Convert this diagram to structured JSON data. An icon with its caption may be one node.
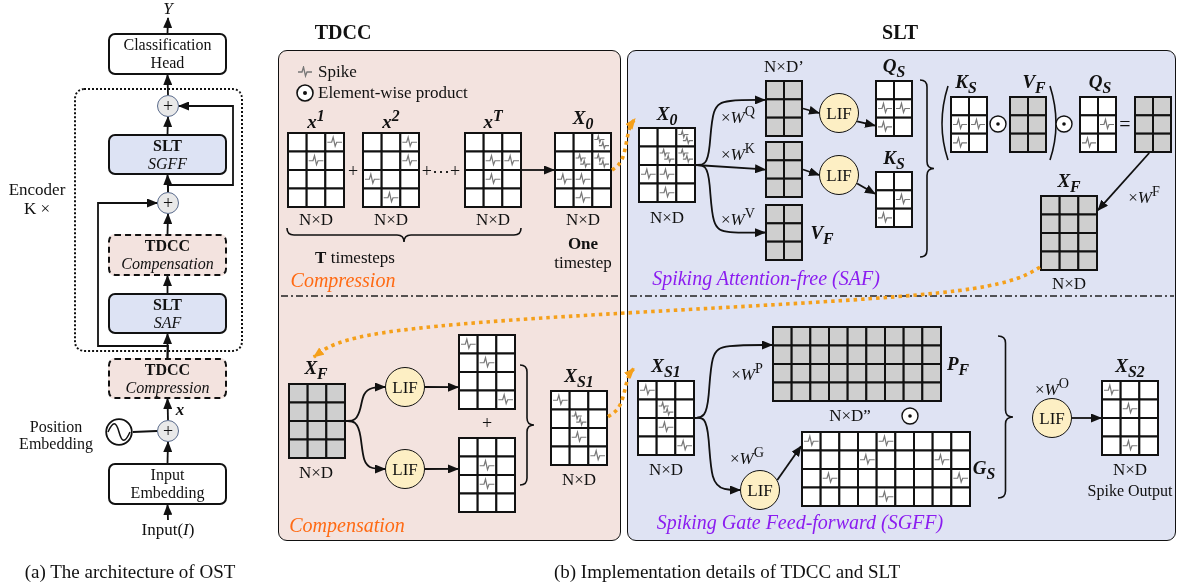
{
  "diagram": {
    "nodes": [
      {
        "text": [
          "Y"
        ]
      },
      {
        "text": [
          "Classification Head"
        ]
      },
      {
        "text": [
          "Encoder K ×"
        ]
      },
      {
        "text": [
          "+"
        ],
        "in": 2
      },
      {
        "text": [
          "SLT",
          "SGFF"
        ],
        "in": 2
      },
      {
        "text": [
          "+"
        ],
        "in": 2
      },
      {
        "text": [
          "TDCC",
          "Compensation"
        ],
        "in": 2
      },
      {
        "text": [
          "SLT",
          "SAF"
        ],
        "in": 2
      },
      {
        "text": [
          "TDCC",
          "Compression"
        ]
      },
      {
        "text": [
          "+"
        ]
      },
      {
        "text": [],
        "shape": "circle",
        "beside": [
          "Position Embedding"
        ]
      },
      {
        "text": [
          "Input Embedding"
        ]
      },
      {
        "text": [
          "Input(*I*)"
        ]
      },
      {
        "text": [
          "TDCC",
          "Compression",
          "Compensation"
        ]
      },
      {
        "text": [
          "x$^{1}$"
        ],
        "beside": [
          "N×D"
        ],
        "in": 13
      },
      {
        "text": [
          "x$^{2}$"
        ],
        "beside": [
          "N×D"
        ],
        "in": 13
      },
      {
        "text": [
          "x$^{T}$"
        ],
        "beside": [
          "N×D"
        ],
        "in": 13
      },
      {
        "text": [
          "X$_{0}$"
        ],
        "beside": [
          "N×D",
          "**One** timestep"
        ],
        "in": 13
      },
      {
        "text": [
          "X$_{F}$"
        ],
        "beside": [
          "N×D"
        ],
        "in": 13
      },
      {
        "text": [
          "LIF"
        ],
        "in": 13
      },
      {
        "text": [
          "LIF"
        ],
        "in": 13
      },
      {
        "text": [],
        "shape": "box",
        "in": 13
      },
      {
        "text": [],
        "shape": "box",
        "in": 13
      },
      {
        "text": [
          "X$_{S1}$"
        ],
        "beside": [
          "N×D"
        ],
        "in": 13
      },
      {
        "text": [
          "SLT",
          "Spiking Attention-free (SAF)",
          "Spiking Gate Feed-forward (SGFF)"
        ]
      },
      {
        "text": [
          "X$_{0}$"
        ],
        "beside": [
          "N×D"
        ],
        "in": 24
      },
      {
        "text": [
          "N×D’"
        ],
        "in": 24
      },
      {
        "text": [],
        "shape": "box",
        "in": 24
      },
      {
        "text": [
          "V$_{F}$"
        ],
        "in": 24
      },
      {
        "text": [
          "LIF"
        ],
        "in": 24
      },
      {
        "text": [
          "LIF"
        ],
        "in": 24
      },
      {
        "text": [
          "Q$_{S}$"
        ],
        "in": 24
      },
      {
        "text": [
          "K$_{S}$"
        ],
        "in": 24
      },
      {
        "text": [
          "K$_{S}$"
        ],
        "in": 24
      },
      {
        "text": [
          "V$_{F}$"
        ],
        "in": 24
      },
      {
        "text": [
          "Q$_{S}$"
        ],
        "in": 24
      },
      {
        "text": [],
        "shape": "box",
        "in": 24
      },
      {
        "text": [
          "X$_{F}$"
        ],
        "beside": [
          "N×D"
        ],
        "in": 24
      },
      {
        "text": [
          "X$_{S1}$"
        ],
        "beside": [
          "N×D"
        ],
        "in": 24
      },
      {
        "text": [
          "P$_{F}$"
        ],
        "beside": [
          "N×D”"
        ],
        "in": 24
      },
      {
        "text": [
          "LIF"
        ],
        "in": 24
      },
      {
        "text": [
          "G$_{S}$"
        ],
        "in": 24
      },
      {
        "text": [
          "LIF"
        ],
        "in": 24
      },
      {
        "text": [
          "X$_{S2}$"
        ],
        "beside": [
          "N×D",
          "Spike Output"
        ],
        "in": 24
      }
    ],
    "edges": [
      {
        "from": 12,
        "to": 11,
        "arrow": "to"
      },
      {
        "from": 11,
        "to": 9,
        "arrow": "to"
      },
      {
        "from": 10,
        "to": 9,
        "arrow": "none"
      },
      {
        "from": 9,
        "to": 8,
        "arrow": "to",
        "label": "x"
      },
      {
        "from": 8,
        "to": 7,
        "arrow": "to"
      },
      {
        "from": 7,
        "to": 6,
        "arrow": "to"
      },
      {
        "from": 6,
        "to": 5,
        "arrow": "to"
      },
      {
        "from": 8,
        "to": 5,
        "arrow": "to"
      },
      {
        "from": 5,
        "to": 4,
        "arrow": "to"
      },
      {
        "from": 5,
        "to": 3,
        "arrow": "to"
      },
      {
        "from": 4,
        "to": 3,
        "arrow": "to"
      },
      {
        "from": 3,
        "to": 1,
        "arrow": "to"
      },
      {
        "from": 1,
        "to": 0,
        "arrow": "to"
      },
      {
        "from": 16,
        "to": 17,
        "arrow": "to"
      },
      {
        "from": 17,
        "to": 25,
        "arrow": "to",
        "style": "dashed",
        "color": "#f5a01a"
      },
      {
        "from": 25,
        "to": 26,
        "arrow": "to",
        "label": "×*W*$^{Q}$"
      },
      {
        "from": 25,
        "to": 27,
        "arrow": "to",
        "label": "×*W*$^{K}$"
      },
      {
        "from": 25,
        "to": 28,
        "arrow": "to",
        "label": "×*W*$^{V}$"
      },
      {
        "from": 26,
        "to": 29,
        "arrow": "to"
      },
      {
        "from": 29,
        "to": 31,
        "arrow": "to"
      },
      {
        "from": 27,
        "to": 30,
        "arrow": "to"
      },
      {
        "from": 30,
        "to": 32,
        "arrow": "to"
      },
      {
        "from": 36,
        "to": 37,
        "arrow": "to",
        "label": "×*W*$^{F}$"
      },
      {
        "from": 37,
        "to": 18,
        "arrow": "to",
        "style": "dashed",
        "color": "#f5a01a"
      },
      {
        "from": 18,
        "to": 19,
        "arrow": "to"
      },
      {
        "from": 18,
        "to": 20,
        "arrow": "to"
      },
      {
        "from": 19,
        "to": 21,
        "arrow": "to"
      },
      {
        "from": 20,
        "to": 22,
        "arrow": "to"
      },
      {
        "from": 23,
        "to": 38,
        "arrow": "to",
        "style": "dashed",
        "color": "#f5a01a"
      },
      {
        "from": 38,
        "to": 39,
        "arrow": "to",
        "label": "×*W*$^{P}$"
      },
      {
        "from": 38,
        "to": 40,
        "arrow": "to",
        "label": "×*W*$^{G}$"
      },
      {
        "from": 40,
        "to": 41,
        "arrow": "to"
      },
      {
        "from": 42,
        "to": 43,
        "arrow": "to"
      }
    ],
    "labels": [
      "+",
      "+⋯+",
      "**T** timesteps",
      "=",
      "+",
      "×*W*$^{O}$",
      "(a) The architecture of OST",
      "(b) Implementation details of TDCC and SLT"
    ],
    "legend": [
      {
        "text": "Spike"
      },
      {
        "text": "Element-wise product"
      }
    ]
  }
}
